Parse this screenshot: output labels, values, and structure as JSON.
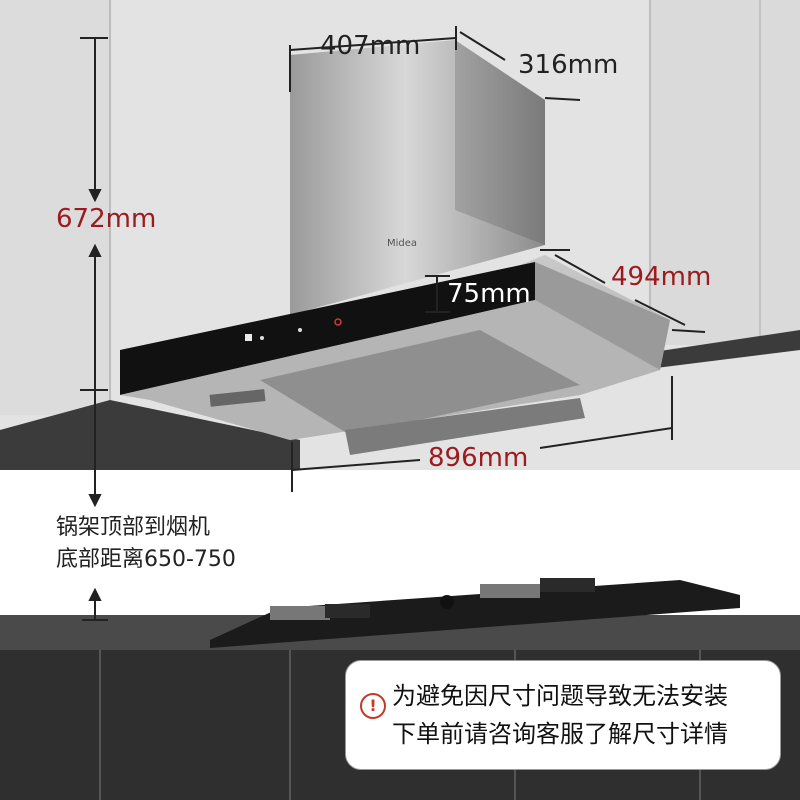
{
  "brand": "Midea",
  "dimensions": {
    "width_top": "407mm",
    "depth_top": "316mm",
    "height": "672mm",
    "panel_height": "75mm",
    "depth_bottom": "494mm",
    "width_bottom": "896mm"
  },
  "install_note": {
    "line1": "锅架顶部到烟机",
    "line2": "底部距离650-750"
  },
  "notice": {
    "icon": "warning-icon",
    "icon_glyph": "!",
    "line1": "为避免因尺寸问题导致无法安装",
    "line2": "下单前请咨询客服了解尺寸详情"
  },
  "colors": {
    "accent_red": "#9b1b1e",
    "text_dark": "#222222",
    "wall": "#e6e6e6",
    "cabinet": "#333333"
  }
}
